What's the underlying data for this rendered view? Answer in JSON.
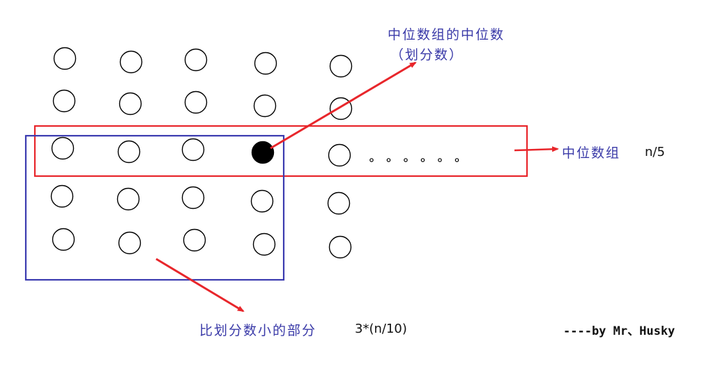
{
  "labels": {
    "median_of_medians": "中位数组的中位数",
    "pivot": "（划分数）",
    "median_group": "中位数组",
    "median_group_count": "n/5",
    "smaller_part": "比划分数小的部分",
    "smaller_part_count": "3*(n/10)",
    "author": "----by Mr、Husky"
  },
  "ellipsis": {
    "dot_count": 6
  },
  "colors": {
    "circle_stroke": "#000000",
    "pivot_fill": "#000000",
    "median_group_box": "#e8262b",
    "smaller_part_box": "#3b3bb0",
    "arrow": "#e8262b",
    "label_text": "#3a3aa8"
  }
}
